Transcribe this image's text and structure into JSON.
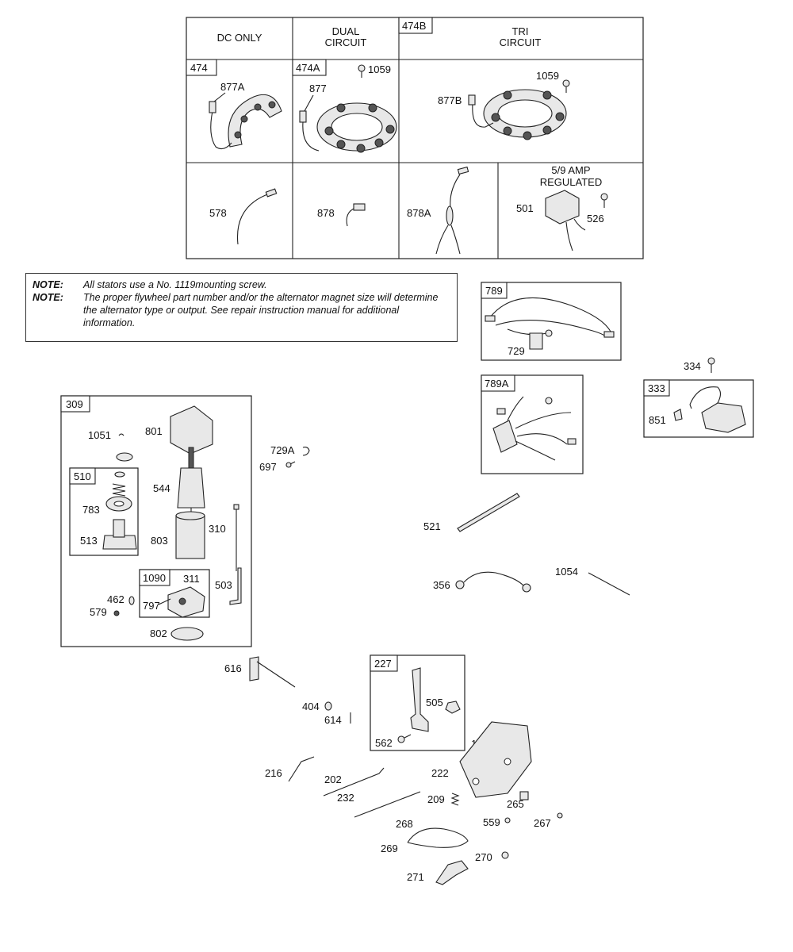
{
  "table": {
    "headers": {
      "dc_only": "DC ONLY",
      "dual_1": "DUAL",
      "dual_2": "CIRCUIT",
      "tri_1": "TRI",
      "tri_2": "CIRCUIT"
    },
    "kit_tags": {
      "k474": "474",
      "k474a": "474A",
      "k474b": "474B"
    },
    "parts": {
      "p877a": "877A",
      "p877": "877",
      "p1059a": "1059",
      "p1059b": "1059",
      "p877b": "877B",
      "p578": "578",
      "p878": "878",
      "p878a": "878A",
      "p501": "501",
      "p526": "526"
    },
    "regulator_label_1": "5/9 AMP",
    "regulator_label_2": "REGULATED"
  },
  "notes": [
    {
      "key": "NOTE:",
      "text": "All stators use a No. 1119mounting screw."
    },
    {
      "key": "NOTE:",
      "text": "The proper flywheel part number and/or the alternator magnet size will determine the alternator type or output. See repair instruction manual for additional information."
    }
  ],
  "kits": {
    "k789": "789",
    "k789a": "789A",
    "k333": "333",
    "k309": "309",
    "k510": "510",
    "k1090": "1090",
    "k227": "227"
  },
  "parts": {
    "p729": "729",
    "p334": "334",
    "p851": "851",
    "p729a": "729A",
    "p697": "697",
    "p1051": "1051",
    "p801": "801",
    "p544": "544",
    "p783": "783",
    "p513": "513",
    "p803": "803",
    "p310": "310",
    "p311": "311",
    "p797": "797",
    "p503": "503",
    "p462": "462",
    "p579": "579",
    "p802": "802",
    "p521": "521",
    "p356": "356",
    "p1054": "1054",
    "p616": "616",
    "p404": "404",
    "p614": "614",
    "p505": "505",
    "p562": "562",
    "p188": "188",
    "p216": "216",
    "p202": "202",
    "p222": "222",
    "p232": "232",
    "p209": "209",
    "p265": "265",
    "p268": "268",
    "p559": "559",
    "p267": "267",
    "p269": "269",
    "p270": "270",
    "p271": "271"
  },
  "icons": [
    "stator-icon",
    "wire-icon",
    "connector-icon",
    "regulator-icon",
    "screw-icon",
    "harness-icon",
    "ignition-coil-icon",
    "starter-motor-icon",
    "gear-icon",
    "shaft-icon",
    "lever-icon",
    "bracket-icon",
    "spring-icon",
    "cable-icon"
  ]
}
